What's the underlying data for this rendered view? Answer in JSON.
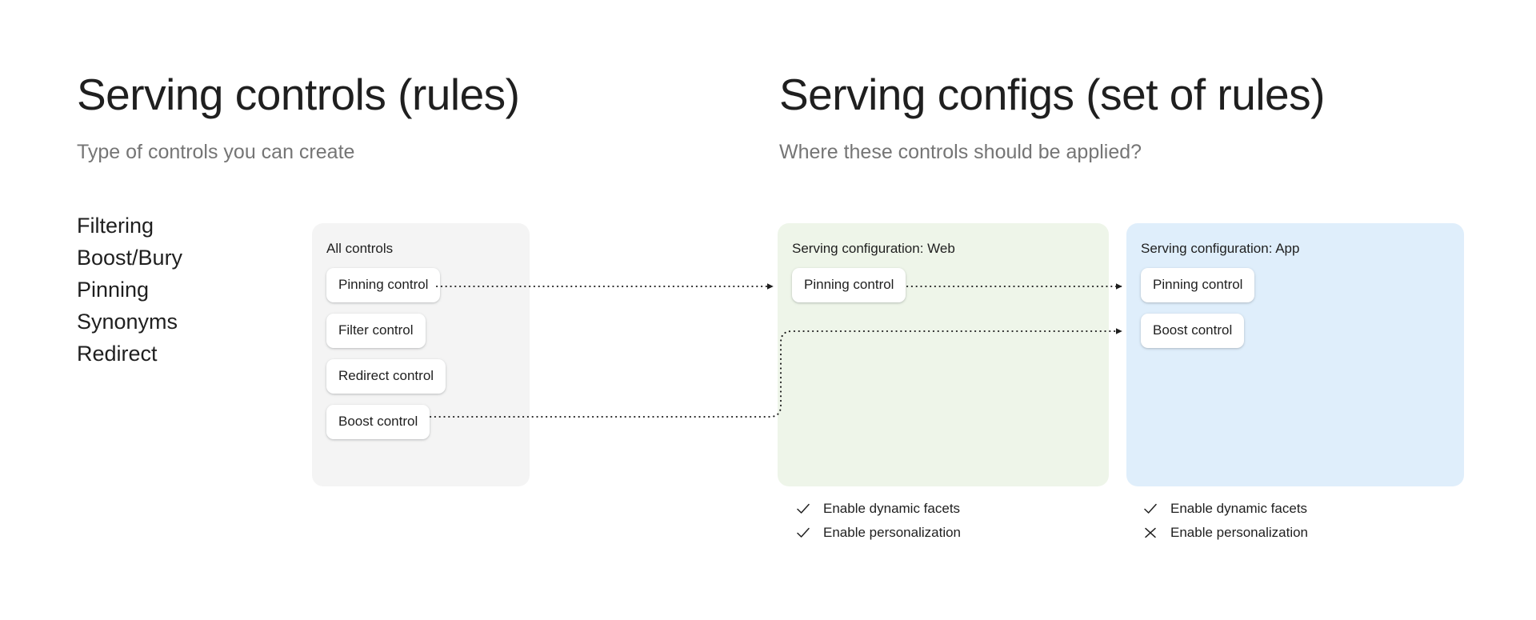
{
  "columns": {
    "left": {
      "title": "Serving controls (rules)",
      "subtitle": "Type of controls you can create",
      "control_types": [
        "Filtering",
        "Boost/Bury",
        "Pinning",
        "Synonyms",
        "Redirect"
      ]
    },
    "right": {
      "title": "Serving configs (set of rules)",
      "subtitle": "Where these controls should be applied?"
    }
  },
  "cards": {
    "all_controls": {
      "title": "All controls",
      "background": "#f4f4f4",
      "chips": [
        "Pinning control",
        "Filter control",
        "Redirect control",
        "Boost control"
      ]
    },
    "config_web": {
      "title": "Serving configuration: Web",
      "background": "#eef5e9",
      "chips": [
        "Pinning control"
      ],
      "options": [
        {
          "icon": "check-icon",
          "label": "Enable dynamic facets"
        },
        {
          "icon": "check-icon",
          "label": "Enable personalization"
        }
      ]
    },
    "config_app": {
      "title": "Serving configuration: App",
      "background": "#dfeefb",
      "chips": [
        "Pinning control",
        "Boost control"
      ],
      "options": [
        {
          "icon": "check-icon",
          "label": "Enable dynamic facets"
        },
        {
          "icon": "cross-icon",
          "label": "Enable personalization"
        }
      ]
    }
  },
  "connectors": {
    "stroke": "#1f1f1f",
    "style": "dotted",
    "links": [
      {
        "from": "all-controls.pinning-control",
        "to": "config-web.pinning-control"
      },
      {
        "from": "config-web.pinning-control",
        "to": "config-app.pinning-control"
      },
      {
        "from": "all-controls.boost-control",
        "to": "config-app.boost-control"
      }
    ]
  }
}
